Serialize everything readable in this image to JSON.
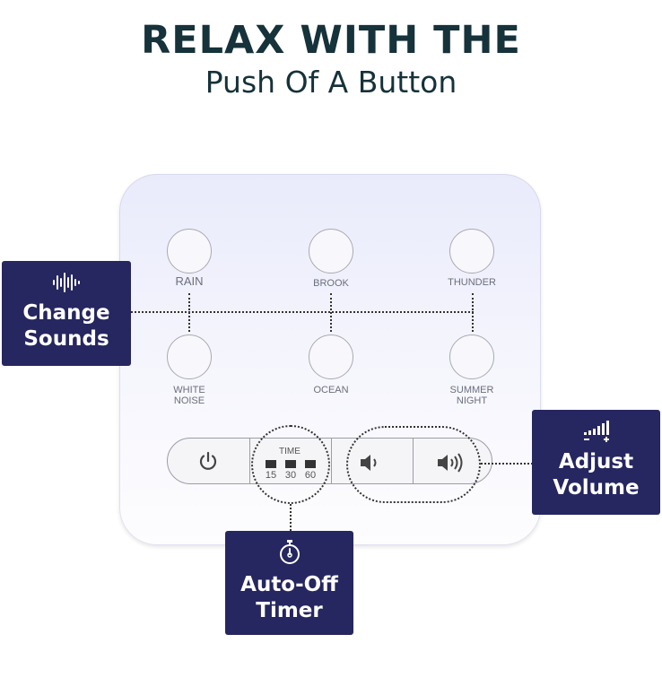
{
  "header": {
    "title": "RELAX WITH THE",
    "subtitle": "Push Of A Button"
  },
  "sounds": {
    "rain": "RAIN",
    "brook": "BROOK",
    "thunder": "THUNDER",
    "white_noise_1": "WHITE",
    "white_noise_2": "NOISE",
    "ocean": "OCEAN",
    "summer_night_1": "SUMMER",
    "summer_night_2": "NIGHT"
  },
  "timer": {
    "label": "TIME",
    "options": [
      "15",
      "30",
      "60"
    ]
  },
  "callouts": {
    "change_sounds_1": "Change",
    "change_sounds_2": "Sounds",
    "adjust_volume_1": "Adjust",
    "adjust_volume_2": "Volume",
    "auto_off_1": "Auto-Off",
    "auto_off_2": "Timer"
  },
  "icons": {
    "change_sounds": "soundwave-icon",
    "adjust_volume": "volume-level-icon",
    "auto_off": "stopwatch-icon",
    "power": "power-icon",
    "volume_down": "volume-down-icon",
    "volume_up": "volume-up-icon"
  },
  "colors": {
    "heading": "#16323a",
    "callout_bg": "#262660",
    "device_top": "#e9ebfb"
  }
}
